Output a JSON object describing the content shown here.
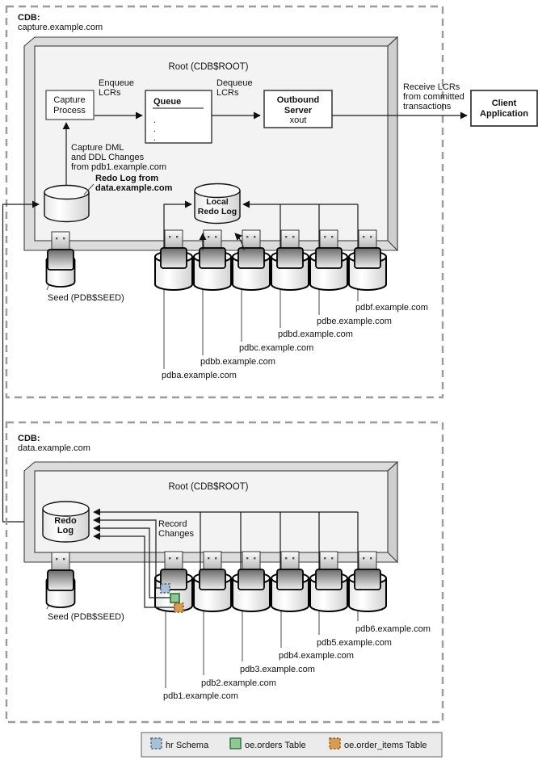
{
  "cdb1": {
    "tag": "CDB:",
    "name": "capture.example.com",
    "root": "Root (CDB$ROOT)",
    "capture_process": [
      "Capture",
      "Process"
    ],
    "enqueue": [
      "Enqueue",
      "LCRs"
    ],
    "queue_title": "Queue",
    "queue_dots": [
      ".",
      ".",
      "."
    ],
    "dequeue": [
      "Dequeue",
      "LCRs"
    ],
    "outbound": [
      "Outbound",
      "Server"
    ],
    "outbound_sub": "xout",
    "receive": [
      "Receive LCRs",
      "from committed",
      "transactions"
    ],
    "client": [
      "Client",
      "Application"
    ],
    "capture_changes": [
      "Capture DML",
      "and DDL Changes",
      "from pdb1.example.com"
    ],
    "redo_label": [
      "Redo Log from",
      "data.example.com"
    ],
    "local_redo": [
      "Local",
      "Redo Log"
    ],
    "seed": "Seed (PDB$SEED)",
    "pdbs": [
      "pdba.example.com",
      "pdbb.example.com",
      "pdbc.example.com",
      "pdbd.example.com",
      "pdbe.example.com",
      "pdbf.example.com"
    ]
  },
  "cdb2": {
    "tag": "CDB:",
    "name": "data.example.com",
    "root": "Root (CDB$ROOT)",
    "redo": [
      "Redo",
      "Log"
    ],
    "record_changes": [
      "Record",
      "Changes"
    ],
    "seed": "Seed (PDB$SEED)",
    "pdbs": [
      "pdb1.example.com",
      "pdb2.example.com",
      "pdb3.example.com",
      "pdb4.example.com",
      "pdb5.example.com",
      "pdb6.example.com"
    ]
  },
  "legend": {
    "items": [
      {
        "label": "hr Schema",
        "color": "#a9c0d6",
        "border_color": "#44607e",
        "border": "dashed"
      },
      {
        "label": "oe.orders Table",
        "color": "#8fc795",
        "border_color": "#2f6e38",
        "border": "solid"
      },
      {
        "label": "oe.order_items Table",
        "color": "#d79b52",
        "border_color": "#8a5a1e",
        "border": "dashed"
      }
    ]
  }
}
